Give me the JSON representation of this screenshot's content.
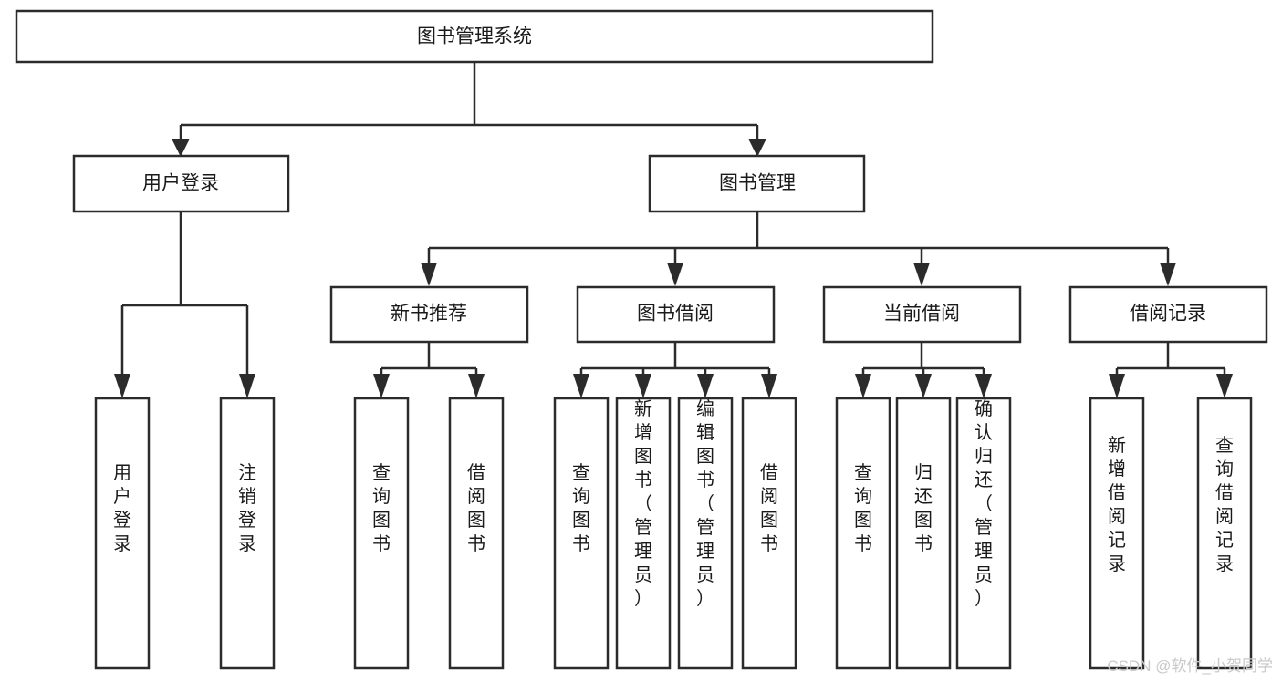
{
  "diagram": {
    "title": "图书管理系统",
    "type": "tree-hierarchy-diagram",
    "colors": {
      "background": "#ffffff",
      "box_stroke": "#2b2b2b",
      "box_fill": "#ffffff",
      "text": "#1a1a1a",
      "watermark": "#c9c9c9"
    },
    "root": {
      "label": "图书管理系统"
    },
    "level2": [
      {
        "label": "用户登录"
      },
      {
        "label": "图书管理"
      }
    ],
    "level3": [
      {
        "label": "新书推荐"
      },
      {
        "label": "图书借阅"
      },
      {
        "label": "当前借阅"
      },
      {
        "label": "借阅记录"
      }
    ],
    "leaves": {
      "user_login": [
        {
          "label": "用户登录"
        },
        {
          "label": "注销登录"
        }
      ],
      "new_book_recommend": [
        {
          "label": "查询图书"
        },
        {
          "label": "借阅图书"
        }
      ],
      "book_borrow": [
        {
          "label": "查询图书"
        },
        {
          "label": "新增图书（管理员）"
        },
        {
          "label": "编辑图书（管理员）"
        },
        {
          "label": "借阅图书"
        }
      ],
      "current_borrow": [
        {
          "label": "查询图书"
        },
        {
          "label": "归还图书"
        },
        {
          "label": "确认归还（管理员）"
        }
      ],
      "borrow_record": [
        {
          "label": "新增借阅记录"
        },
        {
          "label": "查询借阅记录"
        }
      ]
    }
  },
  "watermark": {
    "text": "CSDN @软件_小贺同学"
  }
}
